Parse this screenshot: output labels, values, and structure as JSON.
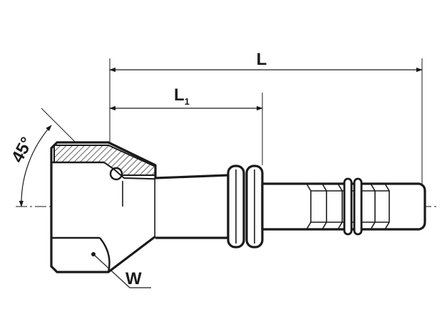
{
  "drawing": {
    "labels": {
      "overall_length": "L",
      "partial_length_letter": "L",
      "partial_length_subscript": "1",
      "angle": "45°",
      "wrench_size": "W"
    },
    "colors": {
      "ink": "#1a1a1a",
      "background": "#ffffff"
    }
  }
}
